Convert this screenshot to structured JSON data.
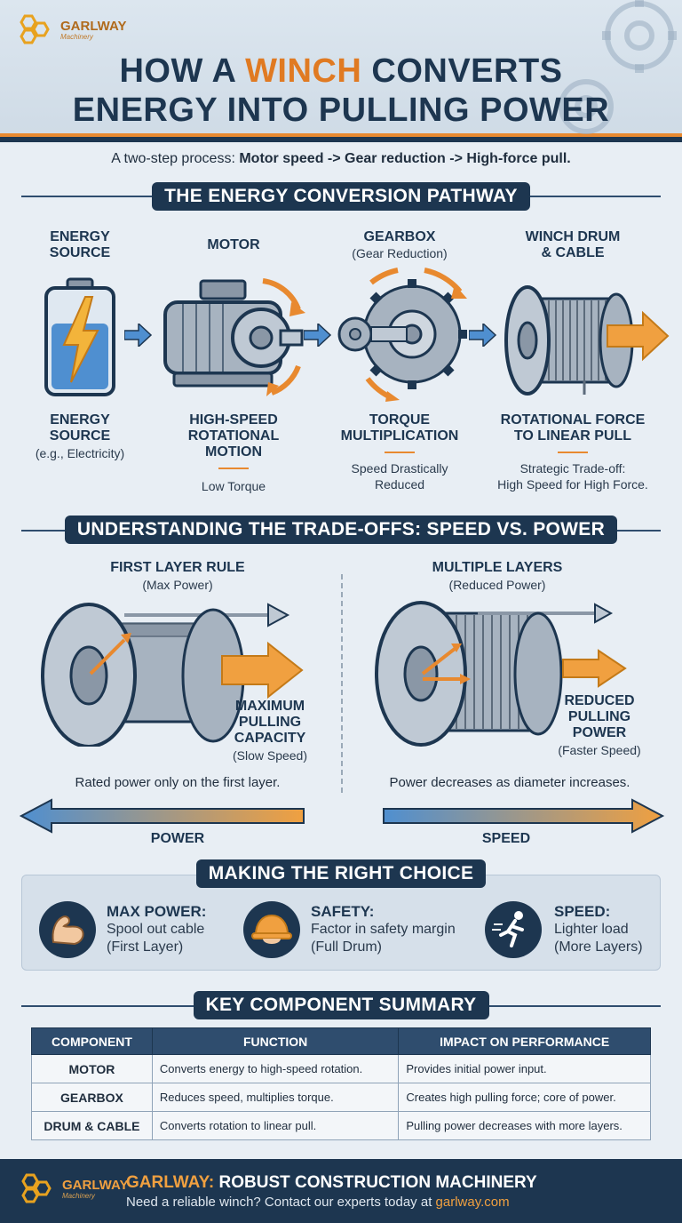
{
  "brand": {
    "logo_text": "GARLWAY",
    "logo_sub": "Machinery"
  },
  "header": {
    "title_line1_pre": "HOW A ",
    "title_line1_accent": "WINCH",
    "title_line1_post": " CONVERTS",
    "title_line2": "ENERGY INTO PULLING POWER",
    "subtitle_pre": "A two-step process: ",
    "subtitle_bold": "Motor speed -> Gear reduction -> High-force pull."
  },
  "pathway": {
    "section_title": "THE ENERGY CONVERSION PATHWAY",
    "columns": [
      {
        "head": "ENERGY\nSOURCE",
        "head_sub": "",
        "bold": "ENERGY\nSOURCE",
        "bold_sub": "(e.g., Electricity)",
        "note": ""
      },
      {
        "head": "MOTOR",
        "head_sub": "",
        "bold": "HIGH-SPEED\nROTATIONAL\nMOTION",
        "bold_sub": "",
        "note": "Low Torque"
      },
      {
        "head": "GEARBOX",
        "head_sub": "(Gear Reduction)",
        "bold": "TORQUE\nMULTIPLICATION",
        "bold_sub": "",
        "note": "Speed Drastically\nReduced"
      },
      {
        "head": "WINCH DRUM\n& CABLE",
        "head_sub": "",
        "bold": "ROTATIONAL FORCE\nTO LINEAR PULL",
        "bold_sub": "",
        "note": "Strategic Trade-off:\nHigh Speed for High Force."
      }
    ]
  },
  "tradeoffs": {
    "section_title": "UNDERSTANDING THE TRADE-OFFS: SPEED VS. POWER",
    "left": {
      "head": "FIRST LAYER RULE",
      "head_sub": "(Max Power)",
      "bold": "MAXIMUM\nPULLING\nCAPACITY",
      "bold_sub": "(Slow Speed)",
      "caption": "Rated power only on the first layer.",
      "bar_label": "POWER"
    },
    "right": {
      "head": "MULTIPLE LAYERS",
      "head_sub": "(Reduced Power)",
      "bold": "REDUCED\nPULLING\nPOWER",
      "bold_sub": "(Faster Speed)",
      "caption": "Power decreases as diameter increases.",
      "bar_label": "SPEED"
    }
  },
  "choice": {
    "section_title": "MAKING THE RIGHT CHOICE",
    "items": [
      {
        "icon": "flexed-arm-icon",
        "title": "MAX POWER:",
        "line1": "Spool out cable",
        "line2": "(First Layer)"
      },
      {
        "icon": "hard-hat-icon",
        "title": "SAFETY:",
        "line1": "Factor in safety margin",
        "line2": "(Full Drum)"
      },
      {
        "icon": "running-person-icon",
        "title": "SPEED:",
        "line1": "Lighter load",
        "line2": "(More Layers)"
      }
    ]
  },
  "summary": {
    "section_title": "KEY COMPONENT SUMMARY",
    "headers": [
      "COMPONENT",
      "FUNCTION",
      "IMPACT ON PERFORMANCE"
    ],
    "rows": [
      [
        "MOTOR",
        "Converts energy to high-speed rotation.",
        "Provides initial power input."
      ],
      [
        "GEARBOX",
        "Reduces speed, multiplies torque.",
        "Creates high pulling force; core of power."
      ],
      [
        "DRUM & CABLE",
        "Converts rotation to linear pull.",
        "Pulling power decreases with more layers."
      ]
    ]
  },
  "footer": {
    "brand": "GARLWAY:",
    "title": " ROBUST CONSTRUCTION MACHINERY",
    "sub_pre": "Need a reliable winch? Contact our experts today at ",
    "sub_link": "garlway.com"
  },
  "colors": {
    "navy": "#1d3650",
    "orange": "#e8892f",
    "blue": "#4f8fd0",
    "steel": "#8a97a6"
  }
}
